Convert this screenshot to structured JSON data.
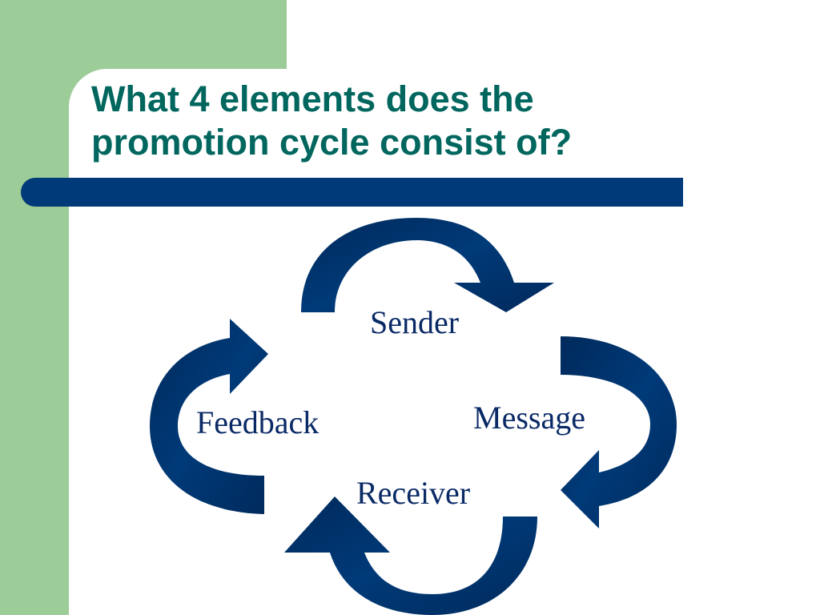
{
  "slide": {
    "title": "What 4 elements does the\npromotion cycle consist of?"
  },
  "cycle": {
    "nodes": {
      "sender": "Sender",
      "message": "Message",
      "receiver": "Receiver",
      "feedback": "Feedback"
    },
    "arrow_color": "#003a78"
  },
  "colors": {
    "background": "#ffffff",
    "side_band": "#9ccc97",
    "title_text": "#00665e",
    "title_bar": "#003a78",
    "label_text": "#0a2a66"
  }
}
